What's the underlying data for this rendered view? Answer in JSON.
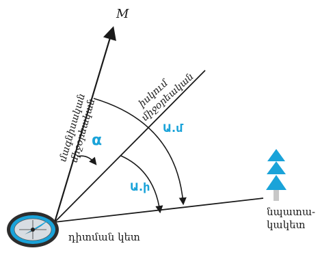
{
  "labels": {
    "M": "M",
    "magnetic_meridian": "մագնիսական միջօրեական",
    "true_meridian": "իսկում միջօրեական",
    "alpha": "α",
    "am": "Ա.մ",
    "ai": "Ա.ի",
    "landmark": "նպատա- կակետ",
    "landmark_line1": "նպատա-",
    "landmark_line2": "կակետ",
    "station": "դիտման կետ"
  },
  "colors": {
    "line": "#1a1a1a",
    "accent": "#1aa3d9",
    "tree": "#1aa3d9",
    "trunk": "#c8c8c8"
  },
  "icons": {
    "compass": "compass-icon",
    "tree": "tree-icon"
  }
}
